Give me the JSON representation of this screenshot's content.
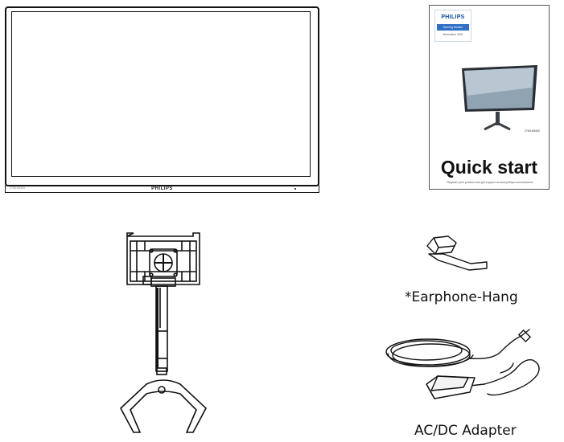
{
  "monitor": {
    "brand": "PHILIPS",
    "model": "27M1N3500"
  },
  "booklet": {
    "brand": "PHILIPS",
    "badge_band": "Gaming Monitor",
    "badge_series": "Momentum 3000",
    "model": "27M1N3500",
    "title": "Quick start",
    "footer": "Register your product and get support at www.philips.com/welcome"
  },
  "accessories": {
    "earphone_hang_label": "*Earphone-Hang",
    "adapter_label": "AC/DC Adapter"
  }
}
